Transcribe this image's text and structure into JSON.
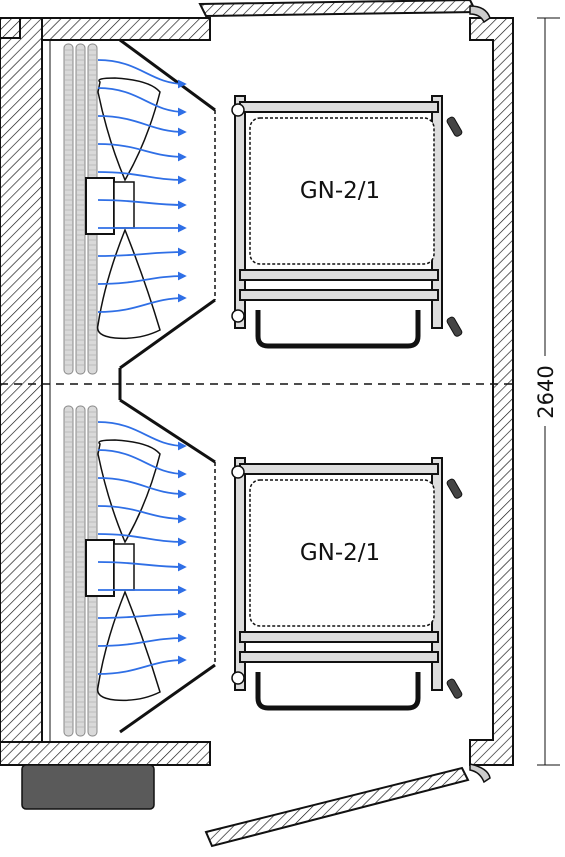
{
  "diagram": {
    "dimension_label": "2640",
    "modules": [
      {
        "tray_label": "GN-2/1"
      },
      {
        "tray_label": "GN-2/1"
      }
    ],
    "colors": {
      "line": "#111111",
      "airflow": "#2f6fe6",
      "unit": "#5a5a5a",
      "coil": "#d9d9d9"
    }
  }
}
